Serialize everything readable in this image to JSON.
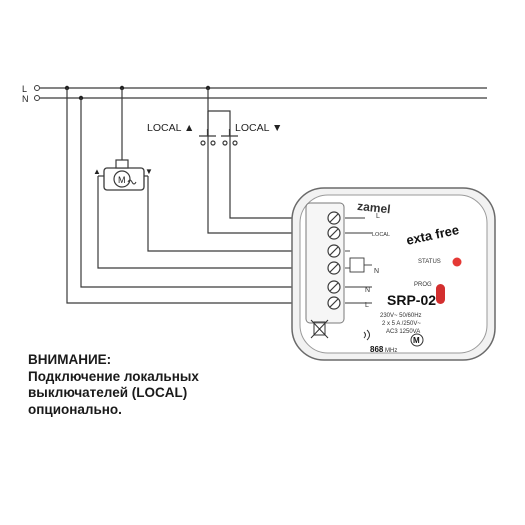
{
  "lines": {
    "l": "L",
    "n": "N"
  },
  "switches": {
    "left": "LOCAL ▲",
    "right": "LOCAL ▼"
  },
  "motor": {
    "symbol": "M",
    "up_arrow": "▲",
    "down_arrow": "▼"
  },
  "device": {
    "brand": "zamel",
    "series": "exta free",
    "status_label": "STATUS",
    "prog_label": "PROG",
    "model": "SRP-02",
    "specs": [
      "230V~ 50/60Hz",
      "2 x 5 A /250V~",
      "AC3 1250VA"
    ],
    "radio": "868",
    "radio_unit": "MHz",
    "badge": "M",
    "terminal_labels": {
      "local": "LOCAL",
      "l_top": "L",
      "n_mid": "N",
      "n_low": "N",
      "l_low": "L"
    }
  },
  "note": {
    "title": "ВНИМАНИЕ:",
    "lines": [
      "Подключение локальных",
      "выключателей (LOCAL)",
      "опционально."
    ]
  },
  "colors": {
    "line": "#3a3a3a",
    "accent_red": "#d32f2f",
    "status_led": "#e53935"
  }
}
